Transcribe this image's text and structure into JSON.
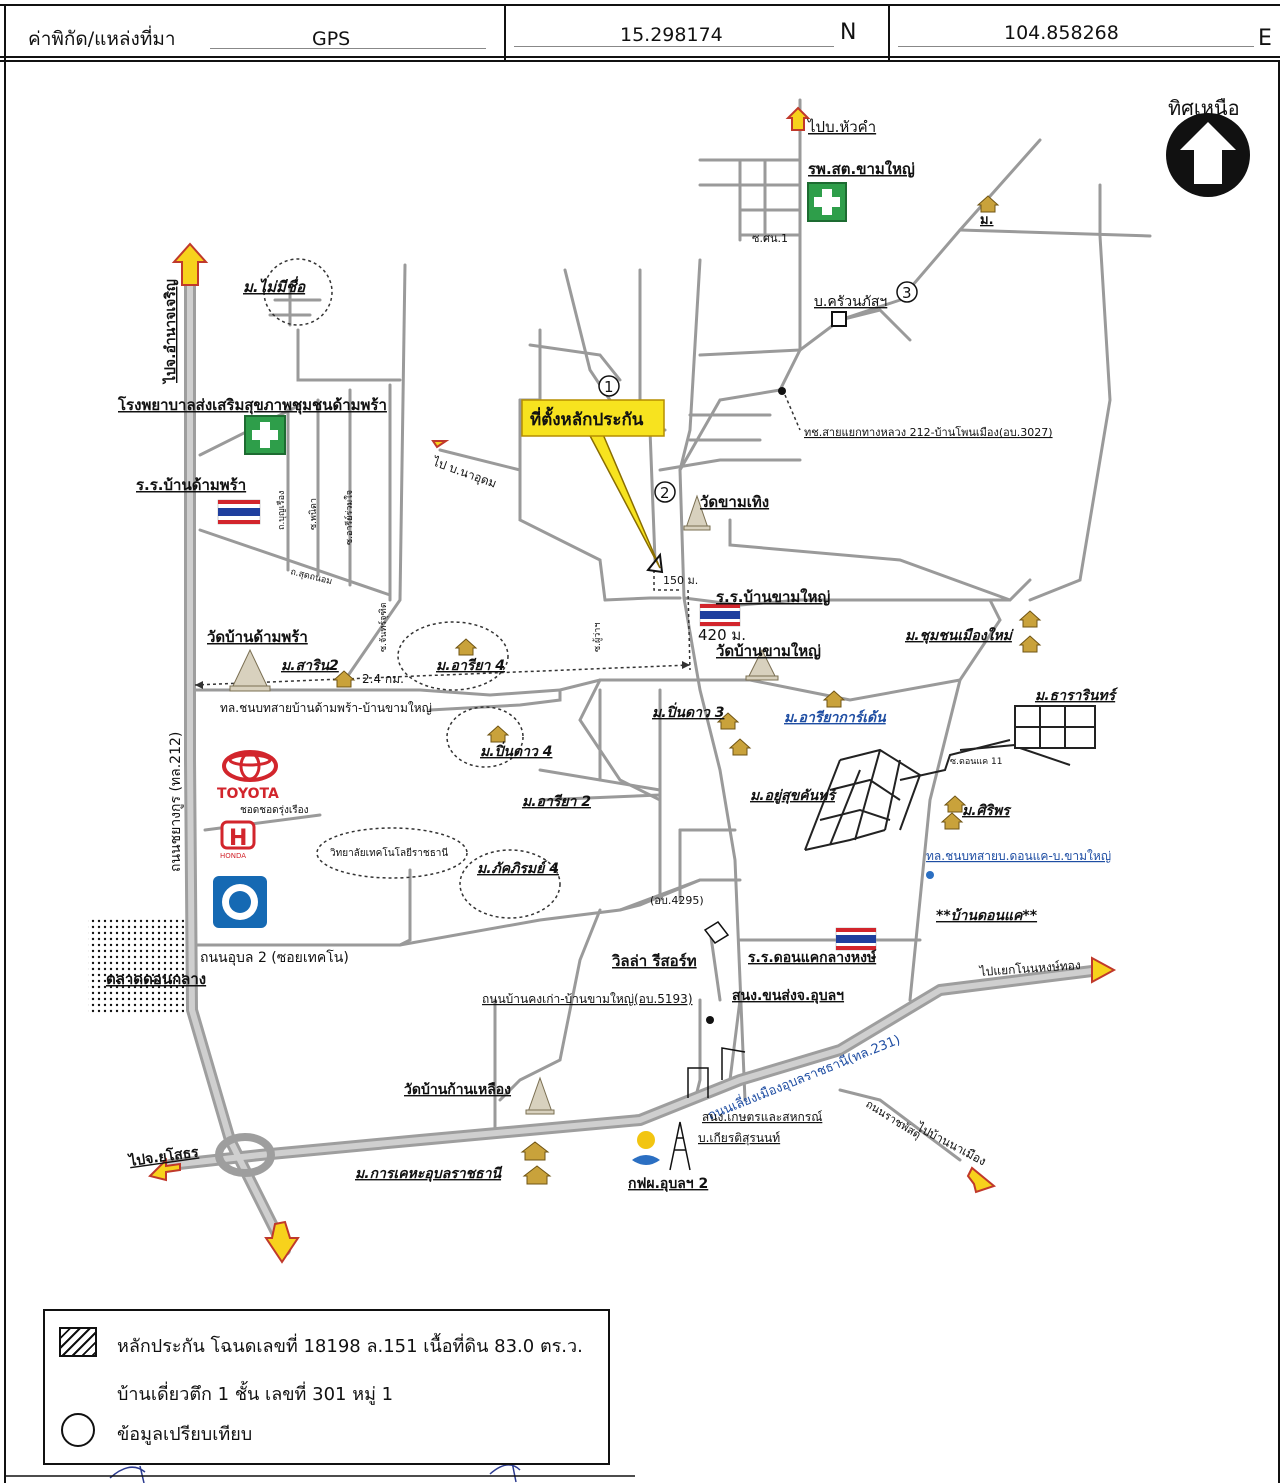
{
  "header": {
    "coord_label": "ค่าพิกัด/แหล่งที่มา",
    "source": "GPS",
    "latitude": "15.298174",
    "lat_unit": "N",
    "longitude": "104.858268",
    "lon_unit": "E"
  },
  "north": {
    "label": "ทิศเหนือ"
  },
  "labels": {
    "hua_kham": "ไปบ.หัวคำ",
    "rph_sd": "รพ.สต.ขามใหญ่",
    "m_top": "ม.",
    "sor_sn1": "ซ.ศน.1",
    "b_kruan": "บ.ครัวนภัสฯ",
    "mai_mee_chue": "ม.ไม่มีชื่อ",
    "to_amnat": "ไปจ.อำนาจเจริญ",
    "hospital_dampra": "โรงพยาบาลส่งเสริมสุขภาพชุมชนด้ามพร้า",
    "collateral_site": "ที่ตั้งหลักประกัน",
    "road_3027": "ทช.สายแยกทางหลวง 212-บ้านโพนเมือง(อบ.3027)",
    "to_na_udom": "ไป บ.นาอุดม",
    "school_dampra": "ร.ร.บ้านด้ามพร้า",
    "wat_kham_thoeng": "วัดขามเทิง",
    "dist_150": "150 ม.",
    "school_kham_yai": "ร.ร.บ้านขามใหญ่",
    "dist_420": "420 ม.",
    "wat_kham_yai": "วัดบ้านขามใหญ่",
    "chumchon_mueang_mai": "ม.ชุมชนเมืองใหม่",
    "wat_dampra": "วัดบ้านด้ามพร้า",
    "m_sarin2": "ม.สาริน2",
    "dist_24": "2.4 กม.",
    "m_ariya4": "ม.อารียา 4",
    "road_dampra_khamyai": "ทล.ชนบทสายบ้านด้ามพร้า-บ้านขามใหญ่",
    "m_pinkdao3": "ม.ปิ่นดาว 3",
    "m_ariya_garden": "ม.อารียาการ์เด้น",
    "m_tararin": "ม.ธารารินทร์",
    "m_pinkdao4": "ม.ปิ่นดาว 4",
    "sor_donkae11": "ซ.ดอนแค 11",
    "m_ariya2": "ม.อารียา 2",
    "m_yoosuk": "ม.อยู่สุขคันทร์",
    "m_siriporn": "ม.ศิริพร",
    "toyota": "TOYOTA",
    "honda": "HONDA",
    "showroom": "ชอดชอดรุ่งเรือง",
    "road_donkae": "ทล.ชนบทสายบ.ดอนแค-บ.ขามใหญ่",
    "college": "วิทยาลัยเทคโนโลยีราชธานี",
    "m_pakpirom4": "ม.ภัคภิรมย์ 4",
    "ab_4295": "(อบ.4295)",
    "ban_donkae": "**บ้านดอนแค**",
    "road_212": "ถนนชยางกูร (ทล.212)",
    "villa_resort": "วิลล่า รีสอร์ท",
    "school_donkae": "ร.ร.ดอนแคกลางหงษ์",
    "road_ubon2": "ถนนอุบล 2 (ซอยเทคโน)",
    "market": "ตลาดดอนกลาง",
    "to_non_hong": "ไปแยกโนนหงษ์ทอง",
    "road_5193": "ถนนบ้านคงเก่า-บ้านขามใหญ่(อบ.5193)",
    "office_ubon": "สนง.ขนส่งจ.อุบลฯ",
    "road_231": "ถนนเลี่ยงเมืองอุบลราชธานี(ทล.231)",
    "wat_kon_lueang": "วัดบ้านก้านเหลือง",
    "office_agri": "สนง.เกษตรและสหกรณ์",
    "b_kiat": "บ.เกียรติสุรนนท์",
    "to_yasothon": "ไปจ.ยโสธร",
    "road_rachaphat": "ถนนราชพัสดุ",
    "to_na_mueang": "ไปบ้านนาเมือง",
    "m_kehaa": "ม.การเคหะอุบลราชธานี",
    "egat": "กฟผ.อุบลฯ 2",
    "n1": "1",
    "n2": "2",
    "n3": "3",
    "sor1": "ถ.บุญเรือง",
    "sor2": "ซ.พนิดา",
    "sor3": "ซ.อารีย์ร่วมใจ",
    "sor4": "ถ.สุดถนอม",
    "sor5": "ซ.จันทร์จุฑิต",
    "sor6": "ซ.ผู้ว่าฯ"
  },
  "legend": {
    "line1": "หลักประกัน โฉนดเลขที่ 18198 ล.151 เนื้อที่ดิน 83.0 ตร.ว.",
    "line2": "บ้านเดี่ยวตึก 1 ชั้น เลขที่ 301 หมู่ 1",
    "line3": "ข้อมูลเปรียบเทียบ"
  },
  "colors": {
    "road": "#9a9a9a",
    "highway": "#a6a6a6",
    "arrow": "#f7d21c",
    "callout": "#f7e31f",
    "hospital": "#2e9e4a",
    "blue_text": "#1f4ea3",
    "bank": "#1569b3",
    "toyota_red": "#d2252c",
    "house": "#c9a23b"
  }
}
